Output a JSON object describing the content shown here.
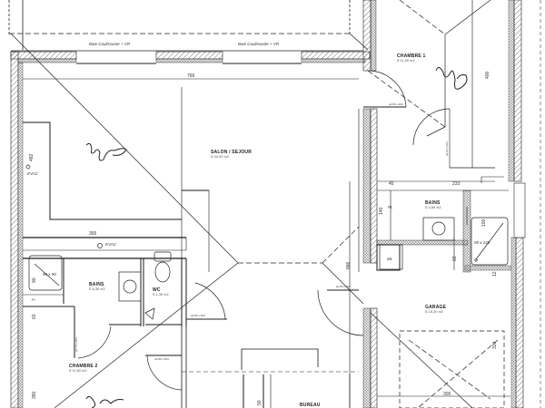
{
  "plan": {
    "colors": {
      "line": "#1a1a1a",
      "hatch": "#555555",
      "paper": "#ffffff",
      "ink": "#222222"
    },
    "rooms": [
      {
        "id": "salon",
        "name": "SALON / SEJOUR",
        "area": "S:42,00 m2"
      },
      {
        "id": "chambre1",
        "name": "CHAMBRE 1",
        "area": "S:11,00 m2"
      },
      {
        "id": "chambre2",
        "name": "CHAMBRE 2",
        "area": "S:11,60 m2"
      },
      {
        "id": "bains1",
        "name": "BAINS",
        "area": "S:5,36 m2"
      },
      {
        "id": "bains2",
        "name": "BAINS",
        "area": "S:4,66 m2"
      },
      {
        "id": "wc",
        "name": "WC",
        "area": "S:1,35 m2"
      },
      {
        "id": "garage",
        "name": "GARAGE",
        "area": "S:16,30 m2"
      },
      {
        "id": "bureau",
        "name": "BUREAU",
        "area": ""
      }
    ],
    "openings": [
      {
        "id": "baie1",
        "label": "Baie Coulissante + VR"
      },
      {
        "id": "baie2",
        "label": "Baie Coulissante + VR"
      }
    ],
    "doors": [
      {
        "id": "d-chambre1",
        "label": "pd 83 x 204"
      },
      {
        "id": "d-chambre1-v",
        "label": "pd 83 x 204"
      },
      {
        "id": "d-hall",
        "label": "pd 83 x 204"
      },
      {
        "id": "d-wc",
        "label": "pd 73 x 204"
      },
      {
        "id": "d-chambre2",
        "label": "pd 73 x 204"
      },
      {
        "id": "d-chambre2b",
        "label": "pd 83 x 204"
      },
      {
        "id": "d-garage",
        "label": "pd 83 x 204"
      },
      {
        "id": "d-bains2",
        "label": "pd 73 x 204"
      }
    ],
    "dimensions": {
      "salon_width": "766",
      "corridor_width": "365",
      "evac_height": "482",
      "chambre1_height": "400",
      "bains2_w1": "45",
      "bains2_w2": "233",
      "bains2_h": "140",
      "shower2_h": "100",
      "garage_h1": "60",
      "garage_h2": "12",
      "garage_car_h": "320",
      "garage_car_w": "300",
      "hall_h": "886",
      "bains1_h1": "90",
      "bains1_h2": "7",
      "bains1_h3": "60",
      "chambre2_h": "390",
      "bureau_h": "50"
    },
    "fixtures": {
      "evac": "EVAC",
      "shower1": "90 x 90",
      "shower2": "90 x 120",
      "wm": "WC",
      "pl": "PL",
      "ml": "ML"
    },
    "annotations": {
      "handwriting1": "2 y2",
      "handwriting2": "2 y2",
      "handwriting3": "S y2"
    }
  }
}
